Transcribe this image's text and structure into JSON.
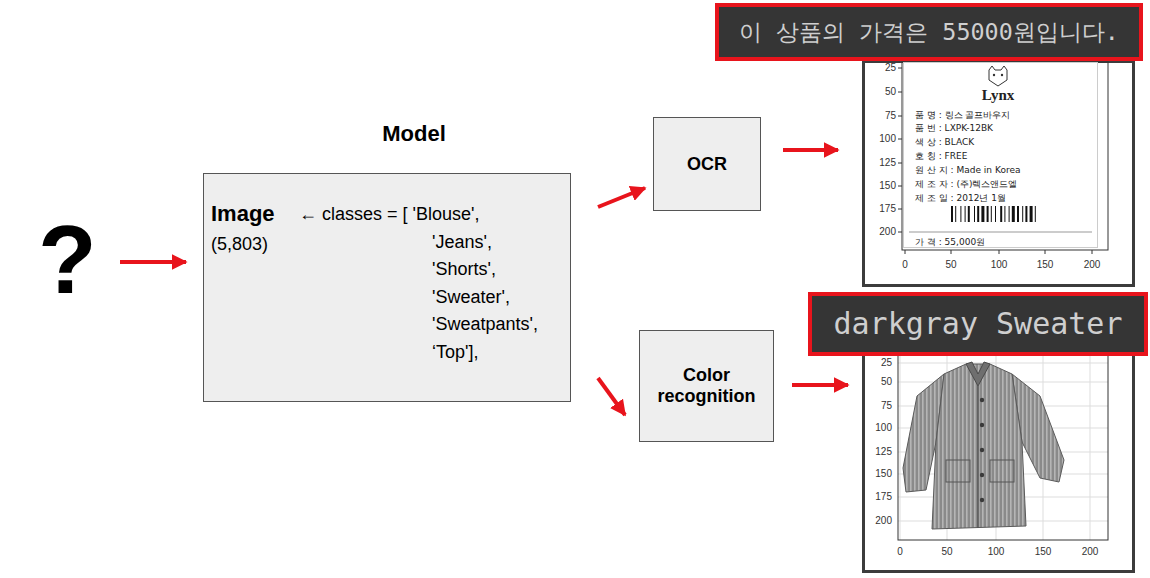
{
  "diagram": {
    "nodes": [
      {
        "text": [
          "Model",
          "Image",
          "(5,803)",
          "← classes = [ 'Blouse',",
          "'Jeans',",
          "'Shorts',",
          "'Sweater',",
          "'Sweatpants',",
          "‘Top'],"
        ]
      },
      {
        "text": [
          "OCR"
        ]
      },
      {
        "text": [
          "Color recognition"
        ]
      },
      {
        "text": [
          "이 상품의 가격은 55000원입니다."
        ]
      },
      {
        "text": [
          "25",
          "50",
          "75",
          "100",
          "125",
          "150",
          "175",
          "200",
          "0",
          "50",
          "100",
          "150",
          "200"
        ]
      },
      {
        "text": [
          "Lynx",
          "품 명 : 링스 골프바우지",
          "품 번 : LXPK-12BK",
          "색 상 : BLACK",
          "호 칭 : FREE",
          "원 산 지 : Made in Korea",
          "제 조 자 : (주)렉스앤드엘",
          "제 조 일 : 2012년 1월",
          "가 격 : 55,000원"
        ],
        "in": 4
      },
      {
        "text": [
          "darkgray Sweater"
        ]
      },
      {
        "text": [
          "25",
          "50",
          "75",
          "100",
          "125",
          "150",
          "175",
          "200",
          "0",
          "50",
          "100",
          "150",
          "200"
        ]
      }
    ],
    "edges": [
      {
        "from": 0,
        "to": 1,
        "arrow": "to"
      },
      {
        "from": 0,
        "to": 2,
        "arrow": "to"
      },
      {
        "from": 1,
        "to": 4,
        "arrow": "to"
      },
      {
        "from": 2,
        "to": 7,
        "arrow": "to"
      }
    ],
    "labels": [
      "?"
    ]
  }
}
